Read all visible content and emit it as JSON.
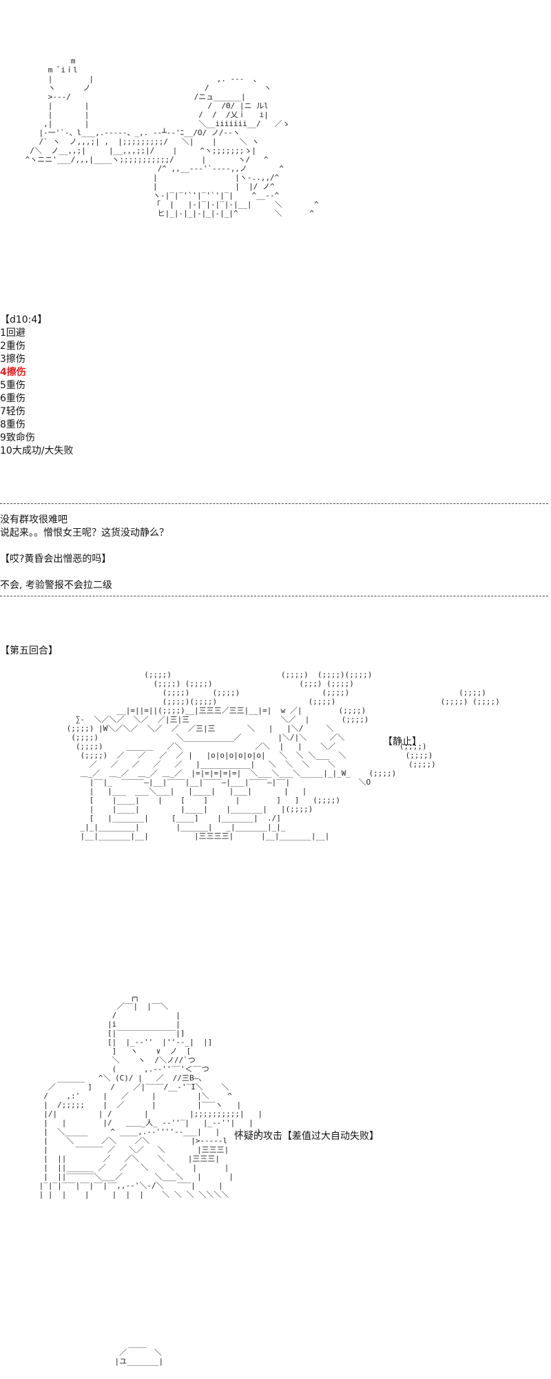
{
  "dice": {
    "header": "【d10:4】",
    "results": [
      {
        "label": "1回避",
        "highlight": false
      },
      {
        "label": "2重伤",
        "highlight": false
      },
      {
        "label": "3擦伤",
        "highlight": false
      },
      {
        "label": "4擦伤",
        "highlight": true
      },
      {
        "label": "5重伤",
        "highlight": false
      },
      {
        "label": "6重伤",
        "highlight": false
      },
      {
        "label": "7轻伤",
        "highlight": false
      },
      {
        "label": "8重伤",
        "highlight": false
      },
      {
        "label": "9致命伤",
        "highlight": false
      },
      {
        "label": "10大成功/大失败",
        "highlight": false
      }
    ]
  },
  "chat": {
    "line1": "没有群攻很难吧",
    "line2": "说起来。。憎恨女王呢？这货没动静么？",
    "line3": "【哎?黄昏会出憎恶的吗】",
    "line4": "不会, 考验警报不会拉二级"
  },
  "round": {
    "title": "【第五回合】",
    "status_label": "【静止】",
    "attack_label": "怀疑的攻击【差值过大自动失败】"
  },
  "colors": {
    "highlight": "#e02020",
    "text": "#111111"
  }
}
